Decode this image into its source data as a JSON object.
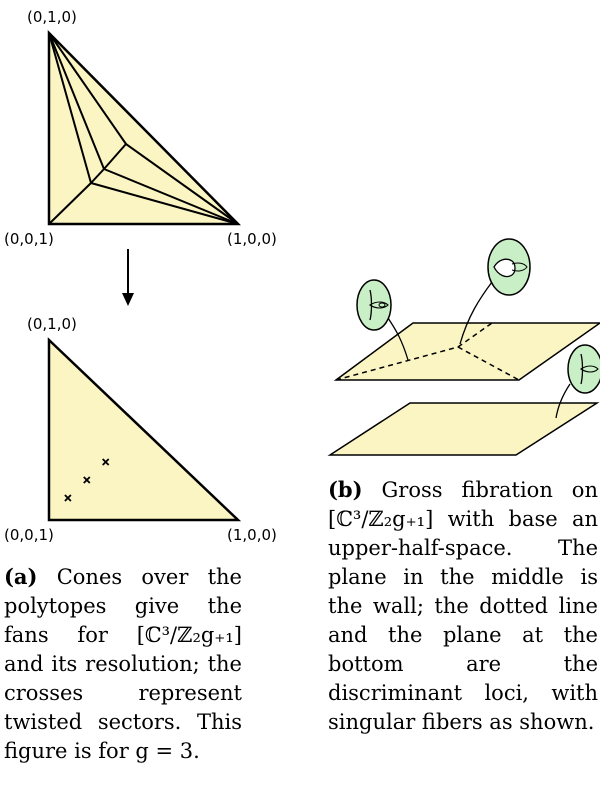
{
  "panel_a": {
    "top_triangle": {
      "vertex_top": "(0,1,0)",
      "vertex_bottom_left": "(0,0,1)",
      "vertex_bottom_right": "(1,0,0)"
    },
    "bottom_triangle": {
      "vertex_top": "(0,1,0)",
      "vertex_bottom_left": "(0,0,1)",
      "vertex_bottom_right": "(1,0,0)",
      "crosses": [
        {
          "a": 0.1,
          "b": 0.1
        },
        {
          "a": 0.2,
          "b": 0.2
        },
        {
          "a": 0.3,
          "b": 0.3
        }
      ]
    },
    "caption": {
      "label": "(a)",
      "text": "Cones over the polytopes give the fans for [ℂ³/ℤ₂g₊₁] and its resolution; the crosses represent twisted sectors. This figure is for g = 3."
    }
  },
  "panel_b": {
    "caption": {
      "label": "(b)",
      "text": "Gross fibration on [ℂ³/ℤ₂g₊₁] with base an upper-half-space. The plane in the middle is the wall; the dotted line and the plane at the bottom are the discriminant loci, with singular fibers as shown."
    }
  },
  "colors": {
    "polytope_fill": "#fbf5c4",
    "fiber_fill": "#c9efc6",
    "stroke": "#000000"
  }
}
